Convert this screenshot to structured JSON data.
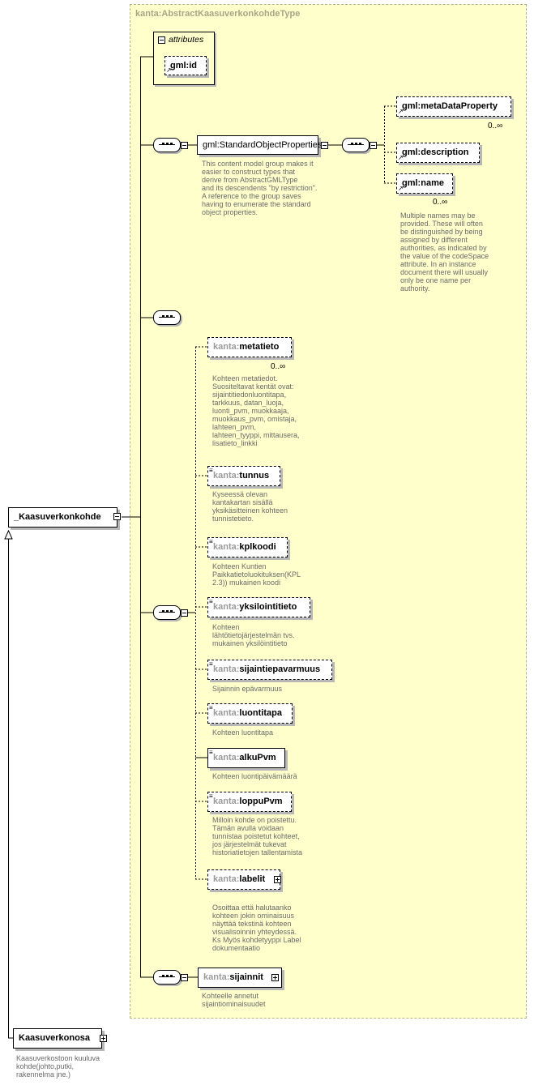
{
  "type_name": "kanta:AbstractKaasuverkonkohdeType",
  "attributes_label": "attributes",
  "attributes": [
    {
      "name": "gml:id"
    }
  ],
  "standard_group": {
    "name": "gml:StandardObjectProperties",
    "doc": "This content model group makes it\neasier to construct types that\n        derive from AbstractGMLType\nand its descendents \"by restriction\".\n        A reference to the group saves\nhaving to enumerate the standard\nobject properties."
  },
  "gml_elements": [
    {
      "prefix": "gml:",
      "name": "metaDataProperty",
      "card": "0..∞"
    },
    {
      "prefix": "gml:",
      "name": "description",
      "card": ""
    },
    {
      "prefix": "gml:",
      "name": "name",
      "card": "0..∞",
      "doc": "Multiple names may be\nprovided.  These will often\nbe distinguished by being\nassigned by different\nauthorities, as indicated by\nthe value of the codeSpace\nattribute.  In an instance\ndocument there will usually\nonly be one name per\nauthority."
    }
  ],
  "kanta_elements": [
    {
      "prefix": "kanta:",
      "name": "metatieto",
      "card": "0..∞",
      "doc": "Kohteen metatiedot.\nSuositeltavat kentät ovat:\nsijaintitiedonluontitapa,\ntarkkuus, datan_luoja,\nluonti_pvm, muokkaaja,\nmuokkaus_pvm, omistaja,\nlahteen_pvm,\nlahteen_tyyppi, mittausera,\nlisatieto_linkki"
    },
    {
      "prefix": "kanta:",
      "name": "tunnus",
      "card": "",
      "doc": "Kyseessä olevan\nkantakartan sisällä\nyksikäsitteinen kohteen\ntunnistetieto."
    },
    {
      "prefix": "kanta:",
      "name": "kplkoodi",
      "card": "",
      "doc": "Kohteen Kuntien\nPaikkatietoluokituksen(KPL\n2.3)) mukainen koodi"
    },
    {
      "prefix": "kanta:",
      "name": "yksilointitieto",
      "card": "",
      "doc": "Kohteen\nlähtötietojärjestelmän  tvs.\nmukainen yksilöintitieto"
    },
    {
      "prefix": "kanta:",
      "name": "sijaintiepavarmuus",
      "card": "",
      "doc": "Sijainnin epävarmuus"
    },
    {
      "prefix": "kanta:",
      "name": "luontitapa",
      "card": "",
      "doc": "Kohteen luontitapa"
    },
    {
      "prefix": "kanta:",
      "name": "alkuPvm",
      "card": "",
      "doc": "Kohteen luontipäivämäärä"
    },
    {
      "prefix": "kanta:",
      "name": "loppuPvm",
      "card": "",
      "doc": "Milloin kohde on poistettu.\nTämän avulla voidaan\ntunnistaa poistetut kohteet,\njos järjestelmät tukevat\nhistoriatietojen tallentamista"
    },
    {
      "prefix": "kanta:",
      "name": "labelit",
      "card": "",
      "doc": "Osoittaa että halutaanko\nkohteen jokin ominaisuus\nnäyttää tekstinä kohteen\nvisualisoinnin yhteydessä.\n  Ks Myös kohdetyyppi Label\ndokumentaatio"
    }
  ],
  "sijainnit": {
    "prefix": "kanta:",
    "name": "sijainnit",
    "doc": "Kohteelle annetut\nsijaintiominaisuudet"
  },
  "root": {
    "name": "_Kaasuverkonkohde"
  },
  "derived": {
    "name": "Kaasuverkonosa",
    "doc": "Kaasuverkostoon kuuluva\nkohde(johto,putki,\nrakennelma jne.)"
  }
}
